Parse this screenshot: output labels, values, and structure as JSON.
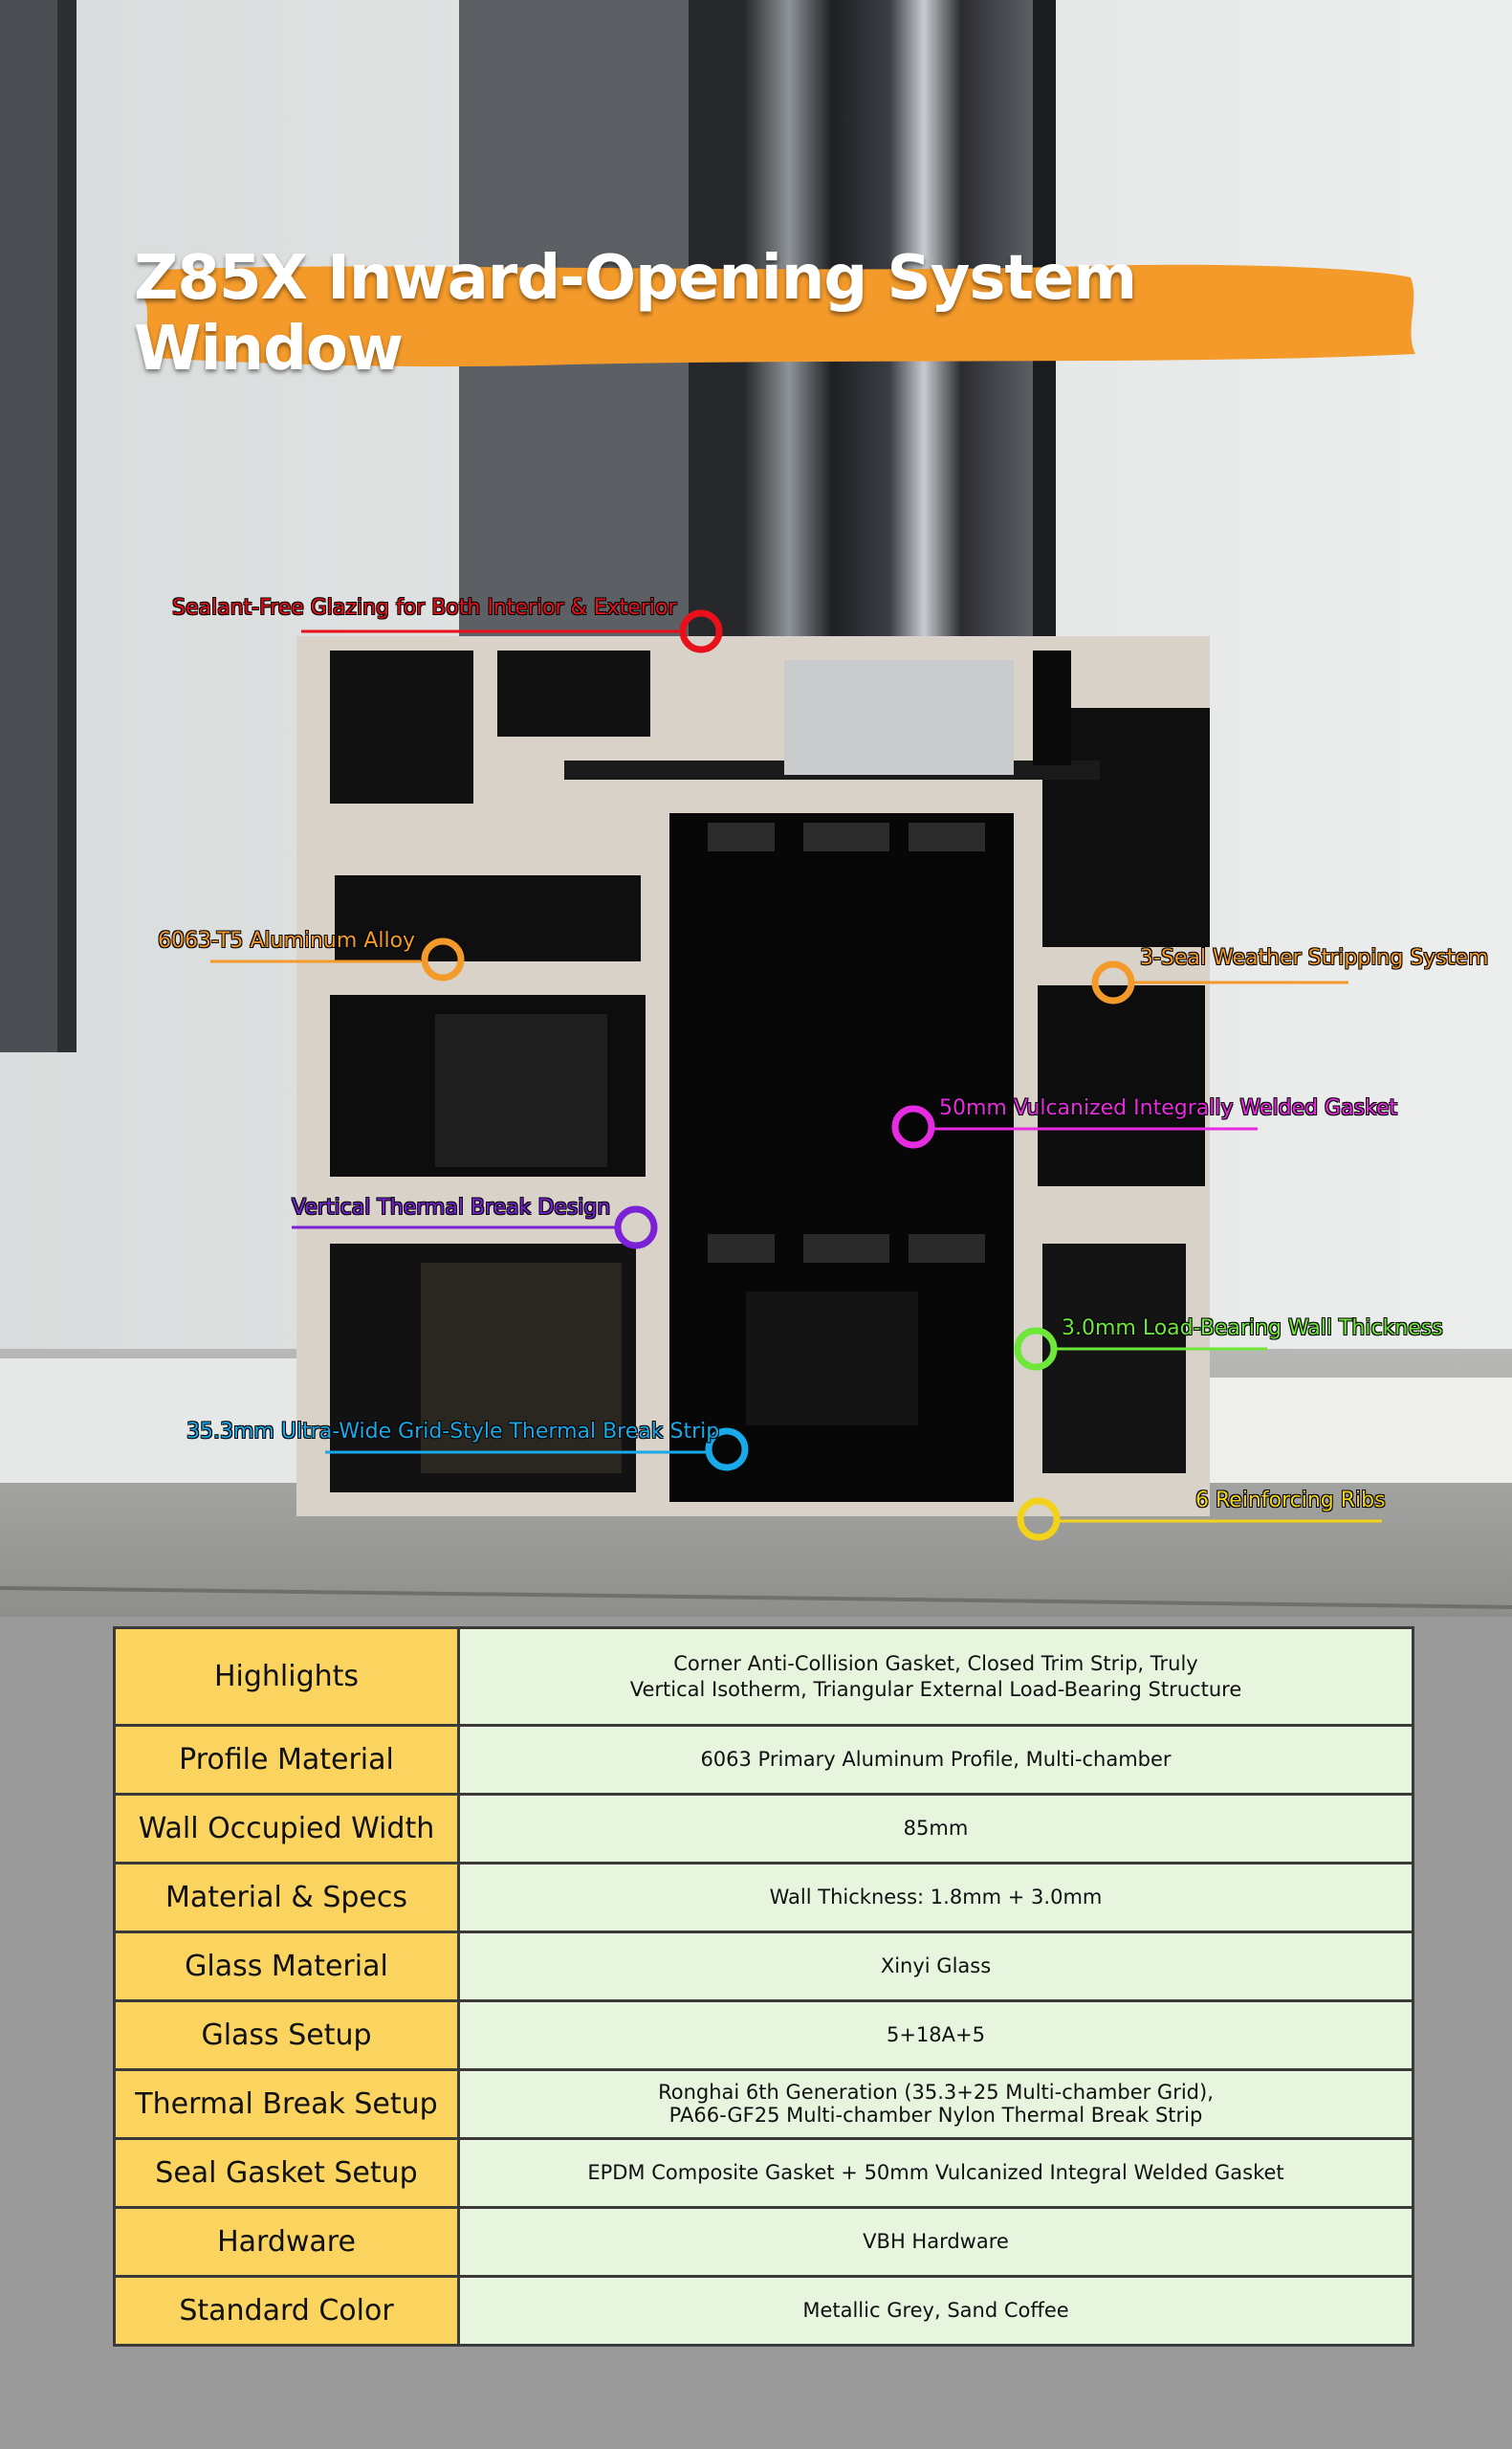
{
  "title": "Z85X Inward-Opening System Window",
  "colors": {
    "banner_orange": "#f39a2b",
    "label_yellow": "#fbd35f",
    "value_green": "#e7f4de",
    "table_border": "#3a3a3a"
  },
  "callouts": [
    {
      "text": "Sealant-Free Glazing for Both Interior & Exterior",
      "color": "#e8101a"
    },
    {
      "text": "6063-T5 Aluminum Alloy",
      "color": "#f39a2b"
    },
    {
      "text": "3-Seal Weather Stripping System",
      "color": "#f39a2b"
    },
    {
      "text": "50mm Vulcanized Integrally Welded Gasket",
      "color": "#e62be0"
    },
    {
      "text": "Vertical Thermal Break Design",
      "color": "#7b22d6"
    },
    {
      "text": "3.0mm Load-Bearing Wall Thickness",
      "color": "#6ee63a"
    },
    {
      "text": "35.3mm Ultra-Wide Grid-Style Thermal Break Strip",
      "color": "#19a8e8"
    },
    {
      "text": "6 Reinforcing Ribs",
      "color": "#f2d21a"
    }
  ],
  "table": {
    "rows": [
      {
        "label": "Highlights",
        "lines": [
          "Corner Anti-Collision Gasket, Closed Trim Strip, Truly",
          "Vertical Isotherm, Triangular External Load-Bearing Structure"
        ]
      },
      {
        "label": "Profile Material",
        "lines": [
          "6063 Primary Aluminum Profile, Multi-chamber"
        ]
      },
      {
        "label": "Wall Occupied Width",
        "lines": [
          "85mm"
        ]
      },
      {
        "label": "Material & Specs",
        "lines": [
          "Wall Thickness: 1.8mm + 3.0mm"
        ]
      },
      {
        "label": "Glass Material",
        "lines": [
          "Xinyi Glass"
        ]
      },
      {
        "label": "Glass Setup",
        "lines": [
          "5+18A+5"
        ]
      },
      {
        "label": "Thermal Break Setup",
        "lines": [
          "Ronghai 6th Generation (35.3+25 Multi-chamber Grid),",
          "PA66-GF25 Multi-chamber Nylon Thermal Break Strip"
        ]
      },
      {
        "label": "Seal Gasket Setup",
        "lines": [
          "EPDM Composite Gasket + 50mm Vulcanized Integral Welded Gasket"
        ]
      },
      {
        "label": "Hardware",
        "lines": [
          "VBH Hardware"
        ]
      },
      {
        "label": "Standard Color",
        "lines": [
          "Metallic Grey, Sand Coffee"
        ]
      }
    ]
  }
}
